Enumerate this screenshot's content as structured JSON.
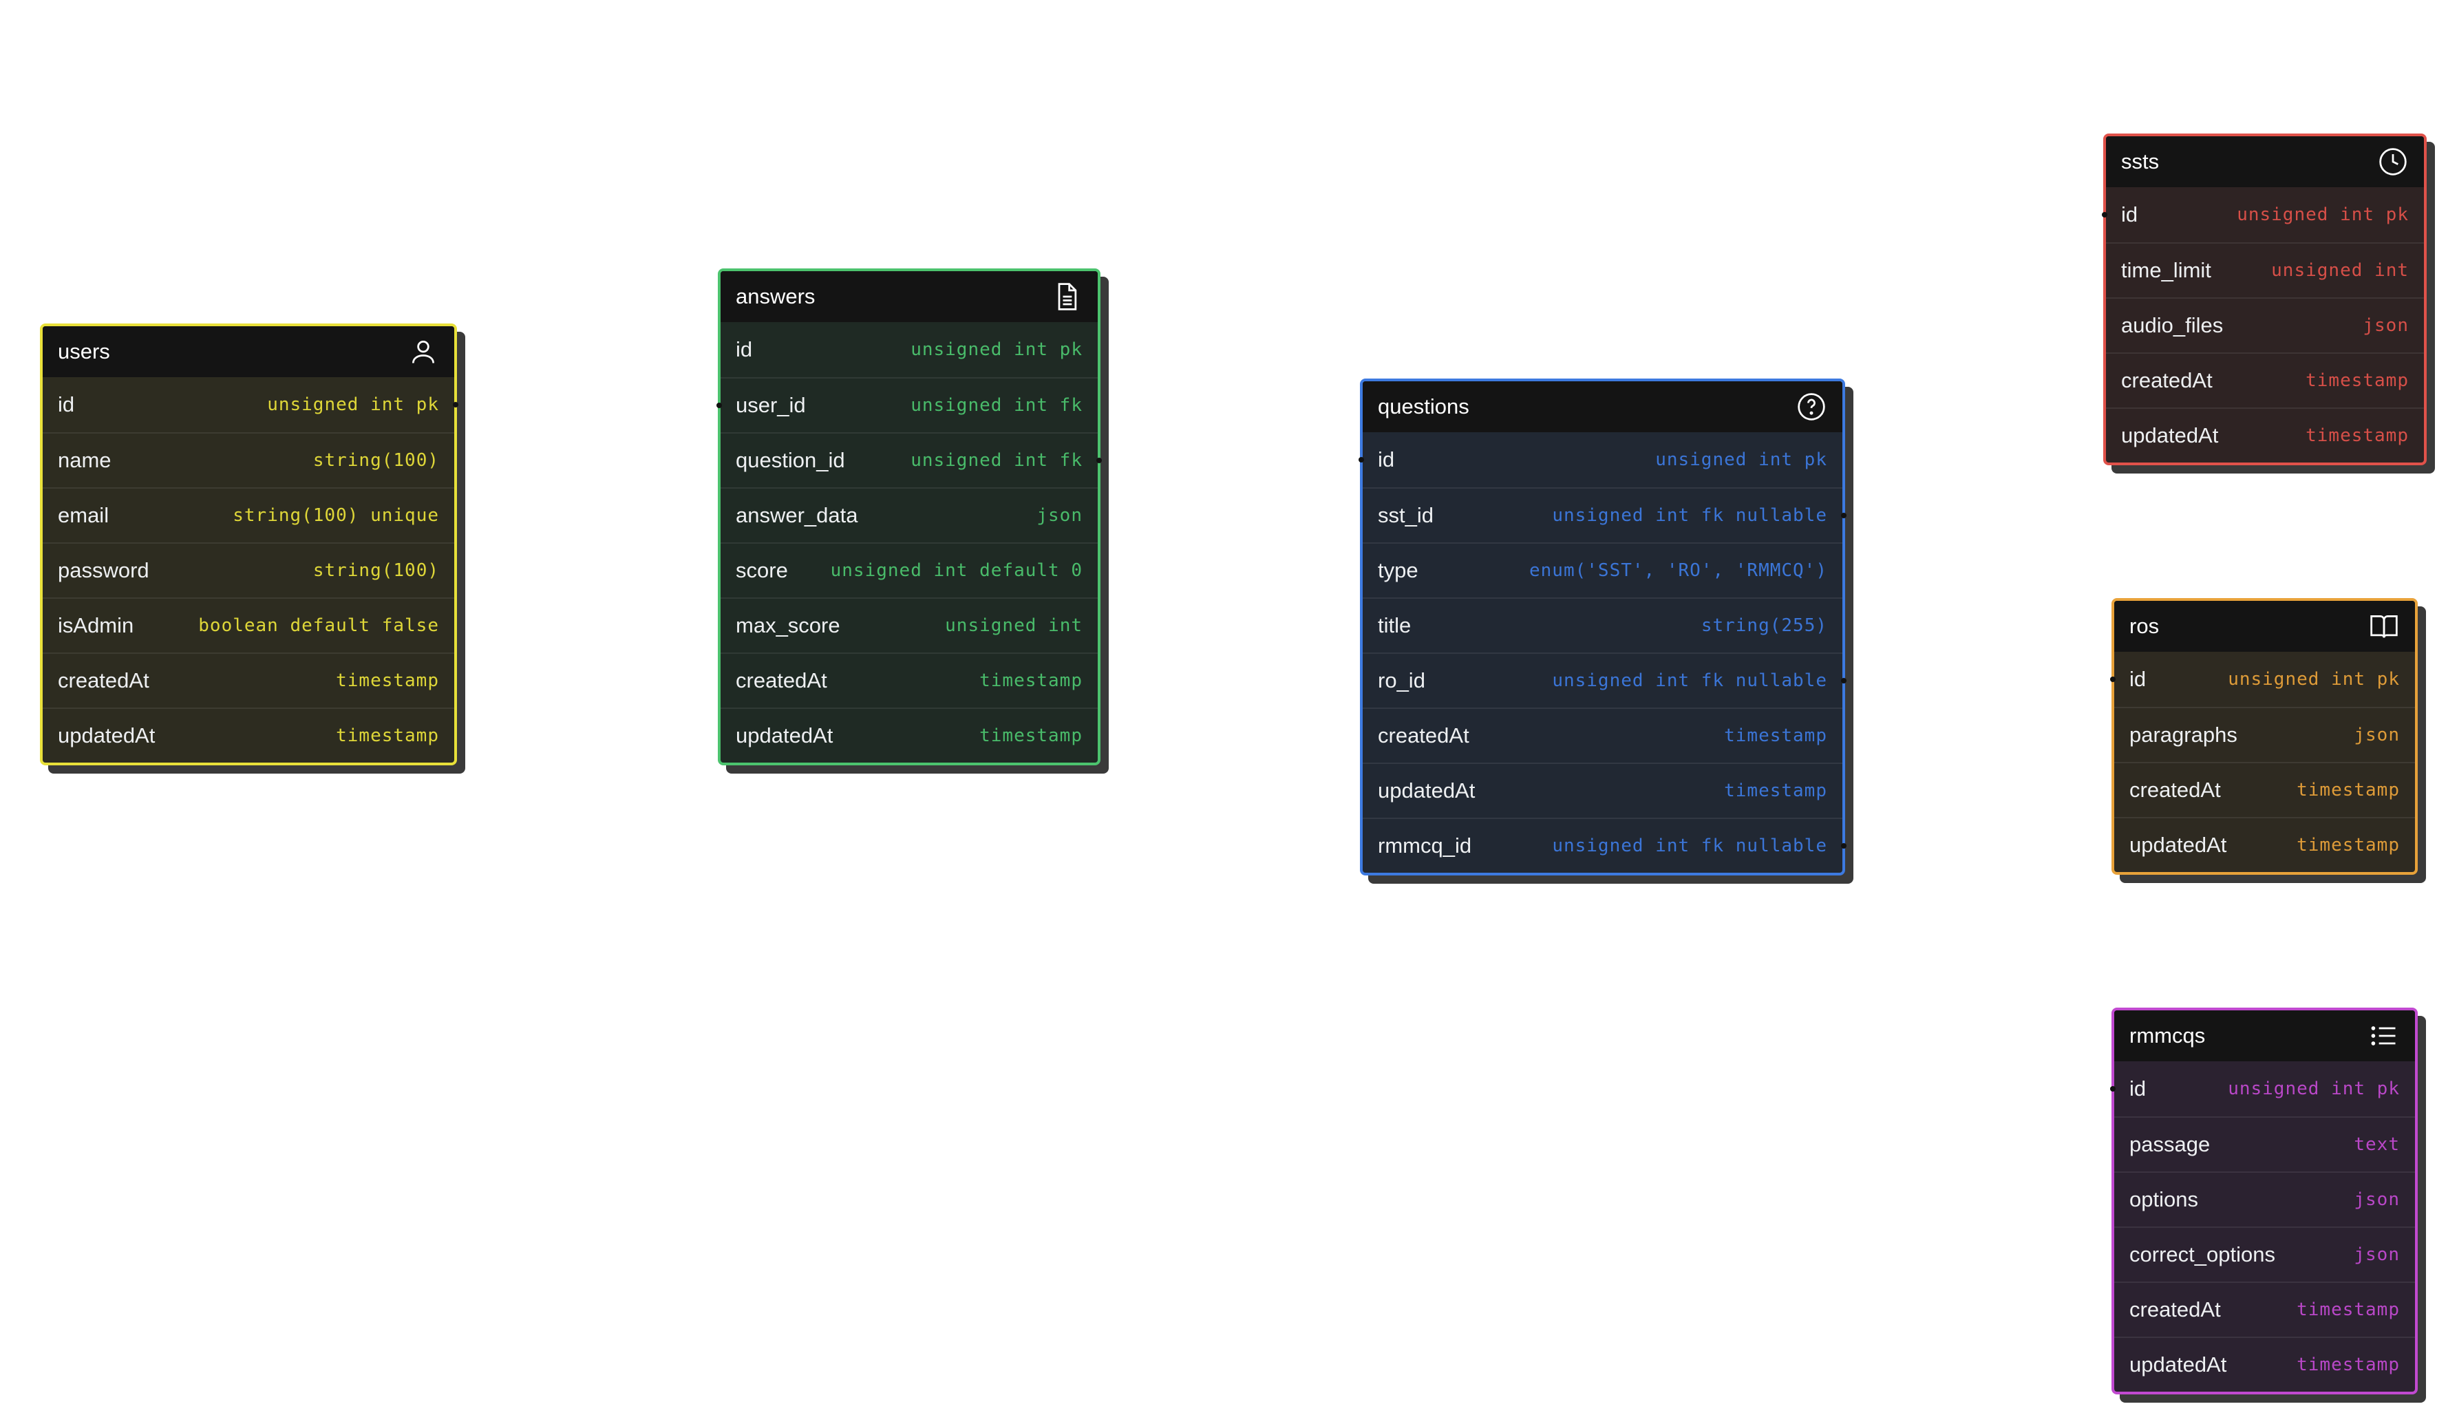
{
  "tables": [
    {
      "name": "users",
      "accent": "#e8e03a",
      "bg": "#2d2c20",
      "icon": "user-icon",
      "columns": [
        {
          "name": "id",
          "type": "unsigned int pk"
        },
        {
          "name": "name",
          "type": "string(100)"
        },
        {
          "name": "email",
          "type": "string(100) unique"
        },
        {
          "name": "password",
          "type": "string(100)"
        },
        {
          "name": "isAdmin",
          "type": "boolean default false"
        },
        {
          "name": "createdAt",
          "type": "timestamp"
        },
        {
          "name": "updatedAt",
          "type": "timestamp"
        }
      ]
    },
    {
      "name": "answers",
      "accent": "#4cc36e",
      "bg": "#1f2a24",
      "icon": "document-icon",
      "columns": [
        {
          "name": "id",
          "type": "unsigned int pk"
        },
        {
          "name": "user_id",
          "type": "unsigned int fk"
        },
        {
          "name": "question_id",
          "type": "unsigned int fk"
        },
        {
          "name": "answer_data",
          "type": "json"
        },
        {
          "name": "score",
          "type": "unsigned int default 0"
        },
        {
          "name": "max_score",
          "type": "unsigned int"
        },
        {
          "name": "createdAt",
          "type": "timestamp"
        },
        {
          "name": "updatedAt",
          "type": "timestamp"
        }
      ]
    },
    {
      "name": "questions",
      "accent": "#3d7ae0",
      "bg": "#212833",
      "icon": "question-circle-icon",
      "columns": [
        {
          "name": "id",
          "type": "unsigned int pk"
        },
        {
          "name": "sst_id",
          "type": "unsigned int fk nullable"
        },
        {
          "name": "type",
          "type": "enum('SST', 'RO', 'RMMCQ')"
        },
        {
          "name": "title",
          "type": "string(255)"
        },
        {
          "name": "ro_id",
          "type": "unsigned int fk nullable"
        },
        {
          "name": "createdAt",
          "type": "timestamp"
        },
        {
          "name": "updatedAt",
          "type": "timestamp"
        },
        {
          "name": "rmmcq_id",
          "type": "unsigned int fk nullable"
        }
      ]
    },
    {
      "name": "ssts",
      "accent": "#e0524a",
      "bg": "#2e2323",
      "icon": "clock-icon",
      "columns": [
        {
          "name": "id",
          "type": "unsigned int pk"
        },
        {
          "name": "time_limit",
          "type": "unsigned int"
        },
        {
          "name": "audio_files",
          "type": "json"
        },
        {
          "name": "createdAt",
          "type": "timestamp"
        },
        {
          "name": "updatedAt",
          "type": "timestamp"
        }
      ]
    },
    {
      "name": "ros",
      "accent": "#e8a23a",
      "bg": "#2e2a21",
      "icon": "book-icon",
      "columns": [
        {
          "name": "id",
          "type": "unsigned int pk"
        },
        {
          "name": "paragraphs",
          "type": "json"
        },
        {
          "name": "createdAt",
          "type": "timestamp"
        },
        {
          "name": "updatedAt",
          "type": "timestamp"
        }
      ]
    },
    {
      "name": "rmmcqs",
      "accent": "#c14ad0",
      "bg": "#2b2230",
      "icon": "list-icon",
      "columns": [
        {
          "name": "id",
          "type": "unsigned int pk"
        },
        {
          "name": "passage",
          "type": "text"
        },
        {
          "name": "options",
          "type": "json"
        },
        {
          "name": "correct_options",
          "type": "json"
        },
        {
          "name": "createdAt",
          "type": "timestamp"
        },
        {
          "name": "updatedAt",
          "type": "timestamp"
        }
      ]
    }
  ]
}
